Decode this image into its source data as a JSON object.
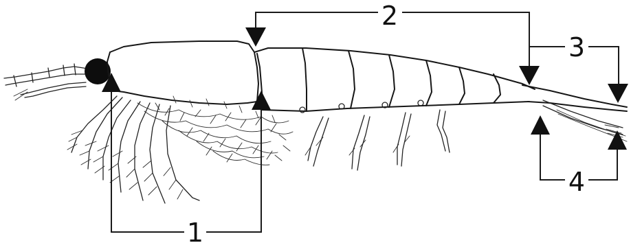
{
  "labels": {
    "label_1": "1",
    "label_2": "2",
    "label_3": "3",
    "label_4": "4"
  },
  "colors": {
    "ink": "#161616",
    "background": "#ffffff"
  }
}
